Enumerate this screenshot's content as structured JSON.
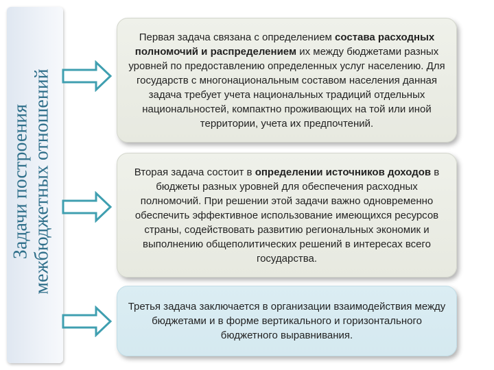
{
  "side_title": {
    "line1": "Задачи построения",
    "line2": "межбюджетных отношений"
  },
  "tasks": [
    {
      "before": "Первая задача связана с определением ",
      "bold": "состава расходных полномочий и распределением",
      "after": " их между бюджетами разных уровней по предоставлению определенных услуг населению. Для государств с многонациональным составом населения данная задача требует учета национальных традиций отдельных национальностей, компактно проживающих на той или иной территории, учета их предпочтений."
    },
    {
      "before": "Вторая задача состоит в ",
      "bold": "определении источников доходов",
      "after": " в бюджеты разных уровней для обеспечения расходных полномочий. При решении этой задачи важно одновременно обеспечить эффективное использование имеющихся ресурсов страны, содействовать развитию региональных экономик и выполнению общеполитических решений в интересах всего государства."
    },
    {
      "before": "Третья задача заключается в организации взаимодействия между бюджетами и в форме вертикального и горизонтального бюджетного выравнивания.",
      "bold": "",
      "after": ""
    }
  ],
  "colors": {
    "side_text": "#2f6f8a",
    "arrow_fill": "#ffffff",
    "arrow_stroke": "#3f9fb0",
    "box_gray": "#e9ebe3",
    "box_blue": "#d8ebf1"
  }
}
